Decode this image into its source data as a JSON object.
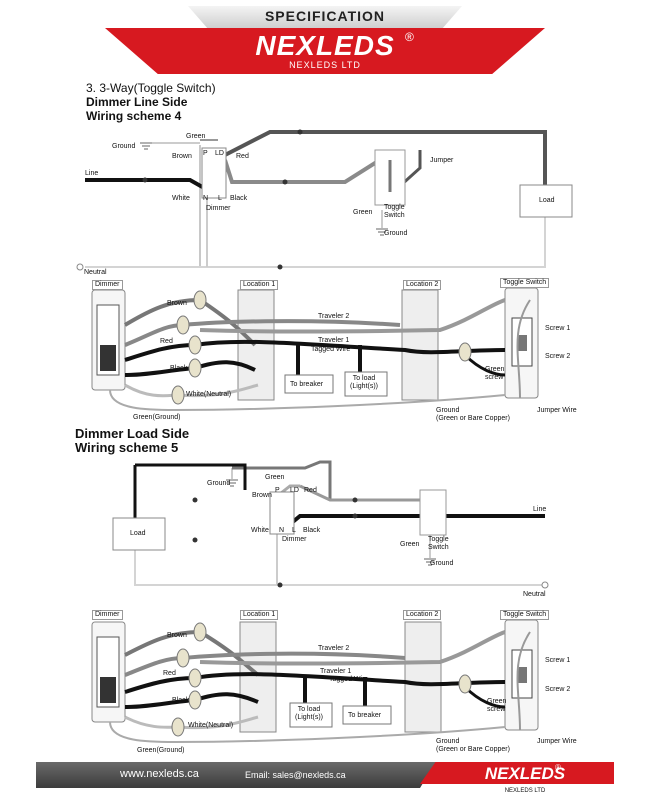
{
  "header": {
    "tab": "SPECIFICATION",
    "logo": "NEXLEDS",
    "registered": "®",
    "company": "NEXLEDS LTD"
  },
  "section": {
    "number_title": "3.   3-Way(Toggle Switch)",
    "line1": "Dimmer Line Side",
    "line2": "Wiring scheme 4",
    "load_side_line1": "Dimmer Load Side",
    "load_side_line2": "Wiring scheme 5"
  },
  "schematic4": {
    "green": "Green",
    "ground_left": "Ground",
    "brown": "Brown",
    "p": "P",
    "ld": "LD",
    "red": "Red",
    "line": "Line",
    "white": "White",
    "n": "N",
    "l": "L",
    "black": "Black",
    "dimmer": "Dimmer",
    "jumper": "Jumper",
    "green_right": "Green",
    "toggle_switch": "Toggle\nSwitch",
    "ground_right": "Ground",
    "load": "Load",
    "neutral": "Neutral"
  },
  "wiring4": {
    "dimmer": "Dimmer",
    "location1": "Location 1",
    "location2": "Location 2",
    "toggle_switch": "Toggle Switch",
    "brown": "Brown",
    "red": "Red",
    "black": "Black",
    "white_neutral": "White(Neutral)",
    "green_ground": "Green(Ground)",
    "traveler2": "Traveler 2",
    "traveler1": "Traveler 1",
    "tagged_wire": "Tagged Wire",
    "to_breaker": "To breaker",
    "to_load": "To load\n(Light(s))",
    "green_screw": "Green\nscrew",
    "screw1": "Screw 1",
    "screw2": "Screw 2",
    "ground": "Ground\n(Green or Bare Copper)",
    "jumper_wire": "Jumper Wire"
  },
  "schematic5": {
    "green": "Green",
    "ground_left": "Ground",
    "brown": "Brown",
    "p": "P",
    "ld": "LD",
    "red": "Red",
    "load": "Load",
    "white": "White",
    "n": "N",
    "l": "L",
    "black": "Black",
    "dimmer": "Dimmer",
    "green_right": "Green",
    "toggle_switch": "Toggle\nSwitch",
    "ground_right": "Ground",
    "line": "Line",
    "neutral": "Neutral"
  },
  "wiring5": {
    "dimmer": "Dimmer",
    "location1": "Location 1",
    "location2": "Location 2",
    "toggle_switch": "Toggle Switch",
    "brown": "Brown",
    "red": "Red",
    "black": "Black",
    "white_neutral": "White(Neutral)",
    "green_ground": "Green(Ground)",
    "traveler2": "Traveler 2",
    "traveler1": "Traveler 1",
    "tagged_wire": "Tagged Wire",
    "to_load": "To load\n(Light(s))",
    "to_breaker": "To breaker",
    "green_screw": "Green\nscrew",
    "screw1": "Screw 1",
    "screw2": "Screw 2",
    "ground": "Ground\n(Green or Bare Copper)",
    "jumper_wire": "Jumper Wire"
  },
  "footer": {
    "website": "www.nexleds.ca",
    "email": "Email:  sales@nexleds.ca",
    "logo": "NEXLEDS",
    "registered": "®",
    "company": "NEXLEDS LTD"
  },
  "colors": {
    "brand_red": "#d71920",
    "wire_black": "#111111",
    "wire_gray": "#777777",
    "wire_light": "#b8b8b8"
  }
}
